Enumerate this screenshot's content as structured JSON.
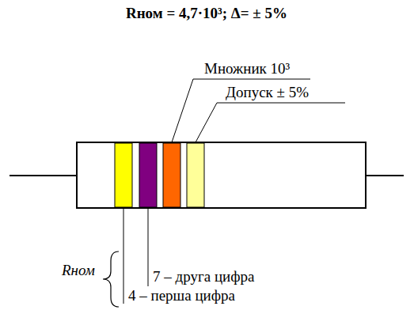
{
  "diagram": {
    "title": "Rном = 4,7·10³; Δ= ± 5%",
    "labels": [
      "Множник 10³",
      "Допуск ± 5%",
      "Rном",
      "7 – друга цифра",
      "4 – перша цифра"
    ]
  }
}
